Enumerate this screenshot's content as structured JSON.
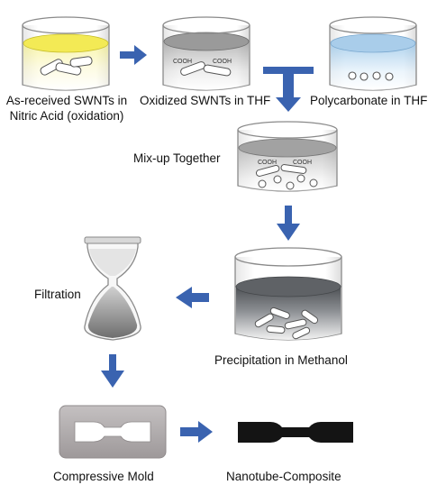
{
  "colors": {
    "arrow": "#3a63b0",
    "nitric": "#f3ea55",
    "thf_oxidized": "#9a9a9a",
    "thf_polycarbonate": "#a9cdea",
    "mix": "#a2a2a2",
    "methanol": "#5f6266",
    "mold": "#aeaaab",
    "composite": "#141414"
  },
  "steps": {
    "as_received": {
      "line1": "As-received SWNTs in",
      "line2": "Nitric Acid (oxidation)"
    },
    "oxidized": {
      "label": "Oxidized SWNTs in THF",
      "cooh_a": "COOH",
      "cooh_b": "COOH"
    },
    "polycarbonate": {
      "label": "Polycarbonate in THF"
    },
    "mix": {
      "label": "Mix-up Together",
      "cooh_a": "COOH",
      "cooh_b": "COOH"
    },
    "precipitation": {
      "label": "Precipitation in Methanol"
    },
    "filtration": {
      "label": "Filtration"
    },
    "mold": {
      "label": "Compressive Mold"
    },
    "composite": {
      "label": "Nanotube-Composite"
    }
  }
}
